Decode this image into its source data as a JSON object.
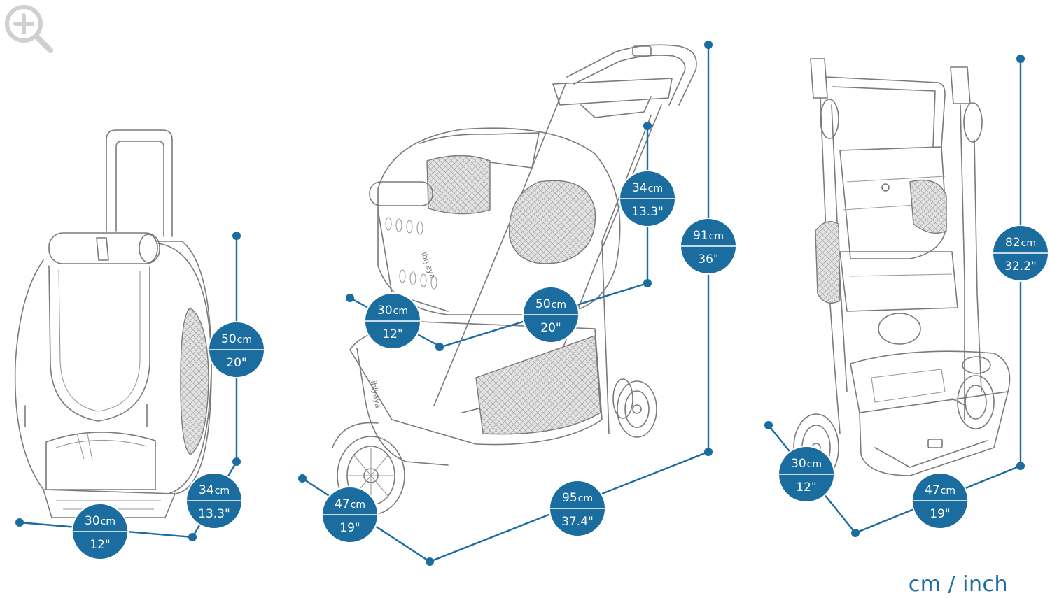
{
  "zoom": {
    "icon": "zoom-in-icon"
  },
  "colors": {
    "accent": "#1b6c9f",
    "outline": "#7a7a7a",
    "background": "#ffffff"
  },
  "units_label": "cm / inch",
  "brand_text": "ibiyaya",
  "carrier": {
    "height": {
      "cm": "50",
      "in": "20\""
    },
    "depth": {
      "cm": "34",
      "in": "13.3\""
    },
    "width": {
      "cm": "30",
      "in": "12\""
    }
  },
  "stroller": {
    "carrier_width": {
      "cm": "30",
      "in": "12\""
    },
    "carrier_length": {
      "cm": "50",
      "in": "20\""
    },
    "carrier_height": {
      "cm": "34",
      "in": "13.3\""
    },
    "total_height": {
      "cm": "91",
      "in": "36\""
    },
    "width": {
      "cm": "47",
      "in": "19\""
    },
    "length": {
      "cm": "95",
      "in": "37.4\""
    }
  },
  "folded": {
    "height": {
      "cm": "82",
      "in": "32.2\""
    },
    "depth": {
      "cm": "30",
      "in": "12\""
    },
    "width": {
      "cm": "47",
      "in": "19\""
    }
  }
}
